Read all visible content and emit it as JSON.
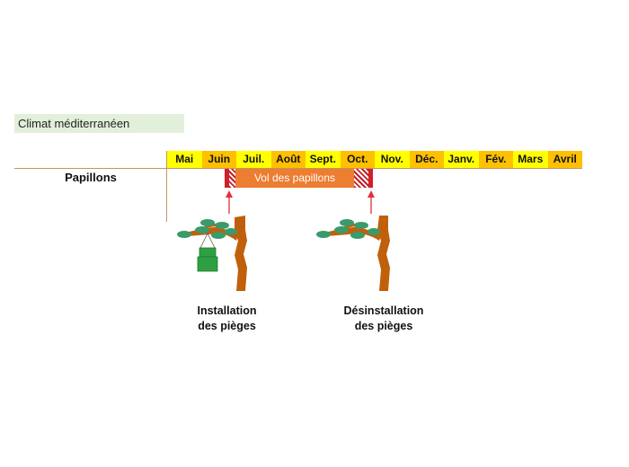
{
  "region_label": "Climat méditerranéen",
  "months": [
    {
      "label": "Mai",
      "color": "#ffff00"
    },
    {
      "label": "Juin",
      "color": "#ffc000"
    },
    {
      "label": "Juil.",
      "color": "#ffff00"
    },
    {
      "label": "Août",
      "color": "#ffc000"
    },
    {
      "label": "Sept.",
      "color": "#ffff00"
    },
    {
      "label": "Oct.",
      "color": "#ffc000"
    },
    {
      "label": "Nov.",
      "color": "#ffff00"
    },
    {
      "label": "Déc.",
      "color": "#ffc000"
    },
    {
      "label": "Janv.",
      "color": "#ffff00"
    },
    {
      "label": "Fév.",
      "color": "#ffc000"
    },
    {
      "label": "Mars",
      "color": "#ffff00"
    },
    {
      "label": "Avril",
      "color": "#ffc000"
    }
  ],
  "row_label": "Papillons",
  "flight_period": {
    "label": "Vol des papillons",
    "start_month": "Juin",
    "end_month": "Oct.",
    "bar_color": "#ed7d31",
    "marker_color": "#d0202a"
  },
  "events": [
    {
      "caption_line1": "Installation",
      "caption_line2": "des pièges",
      "has_trap": true
    },
    {
      "caption_line1": "Désinstallation",
      "caption_line2": "des pièges",
      "has_trap": false
    }
  ],
  "colors": {
    "trunk": "#c0600a",
    "foliage": "#3a9a6a",
    "trap": "#2ea043",
    "grid_line": "#c0955f"
  }
}
